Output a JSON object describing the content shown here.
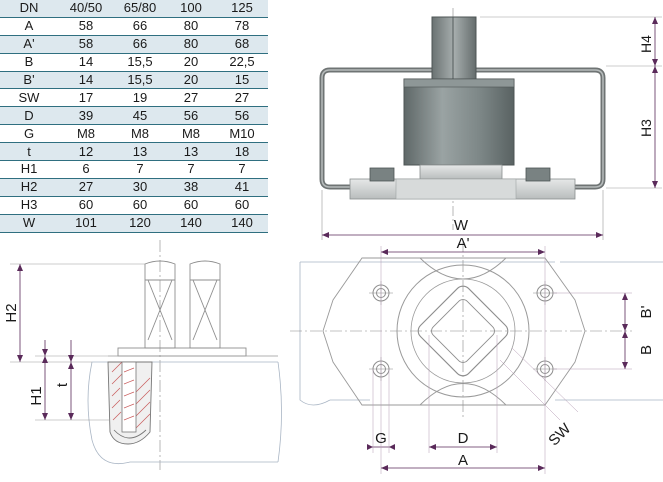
{
  "table": {
    "header": {
      "label": "DN",
      "values": [
        "40/50",
        "65/80",
        "100",
        "125"
      ]
    },
    "rows": [
      {
        "label": "A",
        "values": [
          "58",
          "66",
          "80",
          "78"
        ]
      },
      {
        "label": "A'",
        "values": [
          "58",
          "66",
          "80",
          "68"
        ]
      },
      {
        "label": "B",
        "values": [
          "14",
          "15,5",
          "20",
          "22,5"
        ]
      },
      {
        "label": "B'",
        "values": [
          "14",
          "15,5",
          "20",
          "15"
        ]
      },
      {
        "label": "SW",
        "values": [
          "17",
          "19",
          "27",
          "27"
        ]
      },
      {
        "label": "D",
        "values": [
          "39",
          "45",
          "56",
          "56"
        ]
      },
      {
        "label": "G",
        "values": [
          "M8",
          "M8",
          "M8",
          "M10"
        ]
      },
      {
        "label": "t",
        "values": [
          "12",
          "13",
          "13",
          "18"
        ]
      },
      {
        "label": "H1",
        "values": [
          "6",
          "7",
          "7",
          "7"
        ]
      },
      {
        "label": "H2",
        "values": [
          "27",
          "30",
          "38",
          "41"
        ]
      },
      {
        "label": "H3",
        "values": [
          "60",
          "60",
          "60",
          "60"
        ]
      },
      {
        "label": "W",
        "values": [
          "101",
          "120",
          "140",
          "140"
        ]
      }
    ],
    "row_color": "#dde8ee",
    "rule_color": "#2f6f80"
  },
  "labels": {
    "h4": "H4",
    "h3": "H3",
    "w": "W",
    "a_prime": "A'",
    "b_prime": "B'",
    "b": "B",
    "g": "G",
    "d": "D",
    "a": "A",
    "sw": "SW",
    "h2": "H2",
    "h1": "H1",
    "t": "t"
  },
  "colors": {
    "dimension": "#5a2a5a",
    "body": "#7c8686",
    "frame": "#6f7474",
    "outline": "#9a9a9a"
  }
}
